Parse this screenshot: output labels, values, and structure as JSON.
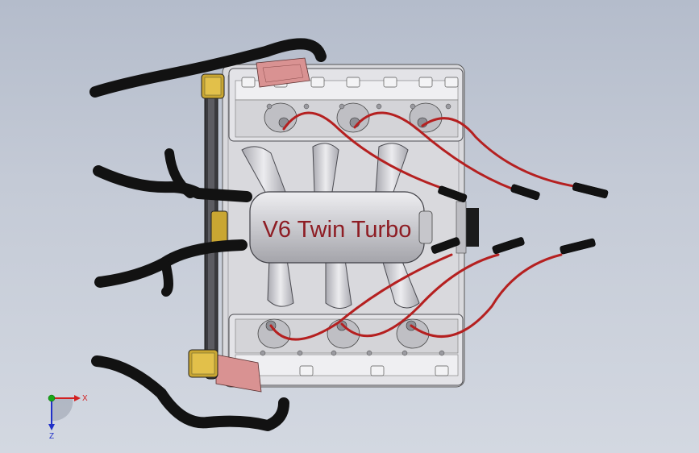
{
  "model": {
    "manifold_label": "V6 Twin Turbo"
  },
  "triad": {
    "x_label": "X",
    "z_label": "Z",
    "x_color": "#d22020",
    "y_color": "#18a818",
    "z_color": "#2030c8"
  },
  "colors": {
    "background_top": "#b4bccb",
    "background_bottom": "#d3d8e1",
    "hose": "#121212",
    "wire": "#b52020",
    "block": "#d8d8dc",
    "accent": "#d88a8a",
    "pulley": "#c8a020"
  }
}
